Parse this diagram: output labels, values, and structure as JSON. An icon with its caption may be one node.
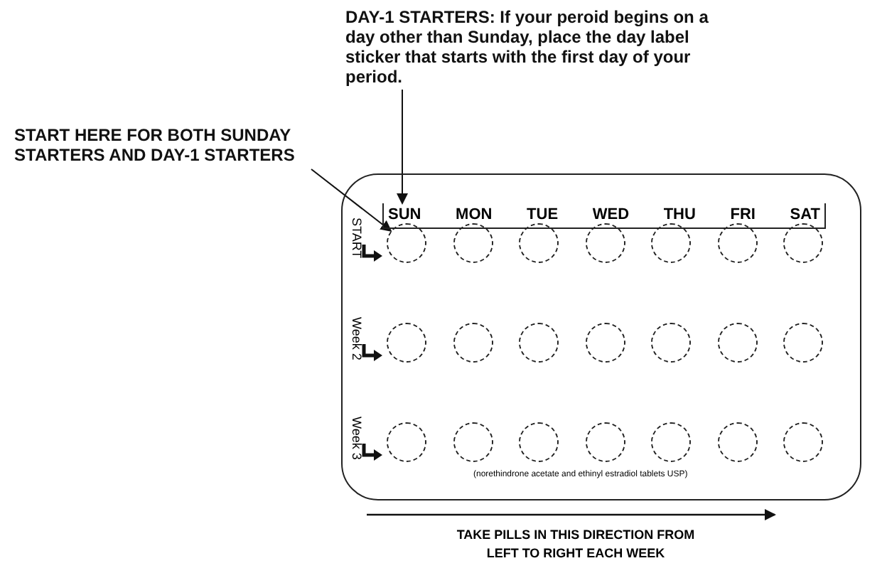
{
  "diagram": {
    "nodes": [
      {
        "text": [
          "DAY-1 STARTERS: If your peroid begins on a day other than Sunday, place the day label sticker that starts with the first day of your period."
        ]
      },
      {
        "text": [
          "START HERE FOR BOTH SUNDAY STARTERS AND DAY-1 STARTERS"
        ]
      },
      {
        "text": [],
        "shape": "box"
      },
      {
        "text": [
          "SUN",
          "MON",
          "TUE",
          "WED",
          "THU",
          "FRI",
          "SAT"
        ],
        "in": 2
      },
      {
        "text": [],
        "shape": "circle",
        "in": 2
      },
      {
        "text": [],
        "shape": "circle",
        "in": 2
      },
      {
        "text": [],
        "shape": "circle",
        "in": 2
      },
      {
        "text": [],
        "shape": "circle",
        "in": 2
      },
      {
        "text": [],
        "shape": "circle",
        "in": 2
      },
      {
        "text": [],
        "shape": "circle",
        "in": 2
      },
      {
        "text": [],
        "shape": "circle",
        "in": 2
      },
      {
        "text": [],
        "shape": "circle",
        "in": 2
      },
      {
        "text": [],
        "shape": "circle",
        "in": 2
      },
      {
        "text": [],
        "shape": "circle",
        "in": 2
      },
      {
        "text": [],
        "shape": "circle",
        "in": 2
      },
      {
        "text": [],
        "shape": "circle",
        "in": 2
      },
      {
        "text": [],
        "shape": "circle",
        "in": 2
      },
      {
        "text": [],
        "shape": "circle",
        "in": 2
      },
      {
        "text": [],
        "shape": "circle",
        "in": 2
      },
      {
        "text": [],
        "shape": "circle",
        "in": 2
      },
      {
        "text": [],
        "shape": "circle",
        "in": 2
      },
      {
        "text": [],
        "shape": "circle",
        "in": 2
      },
      {
        "text": [],
        "shape": "circle",
        "in": 2
      },
      {
        "text": [],
        "shape": "circle",
        "in": 2
      },
      {
        "text": [],
        "shape": "circle",
        "in": 2
      }
    ],
    "edges": [
      {
        "from": 0,
        "to": 3,
        "arrow": "to"
      },
      {
        "from": 1,
        "to": 4,
        "arrow": "to"
      }
    ],
    "labels": [
      "START",
      "Week 2",
      "Week 3",
      "(norethindrone acetate and ethinyl estradiol tablets USP)",
      "TAKE PILLS IN THIS DIRECTION FROM LEFT TO RIGHT EACH WEEK"
    ]
  }
}
